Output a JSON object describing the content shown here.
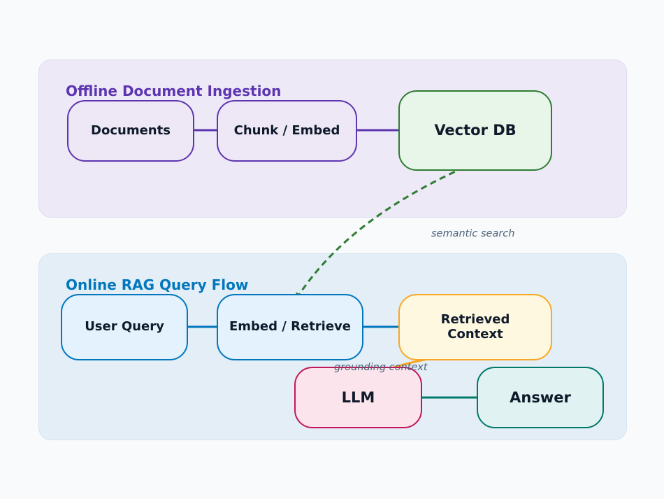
{
  "groups": {
    "offline": {
      "title": "Offline Document Ingestion",
      "fill": "#ede9f6",
      "title_color": "#5e35b1"
    },
    "online": {
      "title": "Online RAG Query Flow",
      "fill": "#e3eef6",
      "title_color": "#0277bd"
    }
  },
  "nodes": {
    "documents": {
      "label": "Documents",
      "fill": "#ede7f6",
      "stroke": "#5e35b1"
    },
    "chunk_embed": {
      "label": "Chunk / Embed",
      "fill": "#ede7f6",
      "stroke": "#5e35b1"
    },
    "vector_db": {
      "label": "Vector DB",
      "fill": "#e8f5e9",
      "stroke": "#2e7d32"
    },
    "user_query": {
      "label": "User Query",
      "fill": "#e3f2fd",
      "stroke": "#0277bd"
    },
    "embed_retrieve": {
      "label": "Embed / Retrieve",
      "fill": "#e3f2fd",
      "stroke": "#0277bd"
    },
    "retrieved_context": {
      "label": "Retrieved\nContext",
      "fill": "#fff8e1",
      "stroke": "#f9a825"
    },
    "llm": {
      "label": "LLM",
      "fill": "#fce4ec",
      "stroke": "#c2185b"
    },
    "answer": {
      "label": "Answer",
      "fill": "#e0f2f1",
      "stroke": "#00796b"
    }
  },
  "edges": {
    "semantic_search": {
      "label": "semantic search",
      "color": "#2e7d32"
    },
    "grounding_context": {
      "label": "grounding context",
      "color": "#f9a825"
    },
    "offline_flow_color": "#5e35b1",
    "online_flow_color": "#0277bd",
    "answer_flow_color": "#00796b"
  }
}
